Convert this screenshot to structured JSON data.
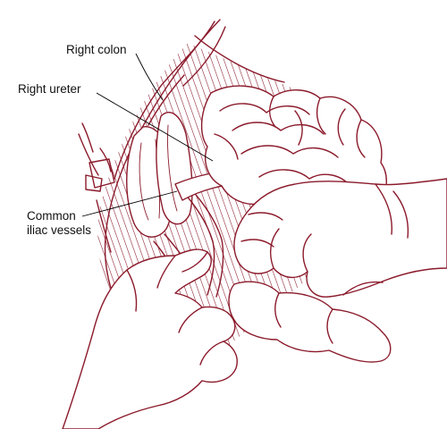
{
  "figure": {
    "ink_color": "#8b1a2b",
    "labels": {
      "right_colon": "Right colon",
      "right_ureter": "Right ureter",
      "common_iliac_line1": "Common",
      "common_iliac_line2": "iliac vessels"
    }
  }
}
